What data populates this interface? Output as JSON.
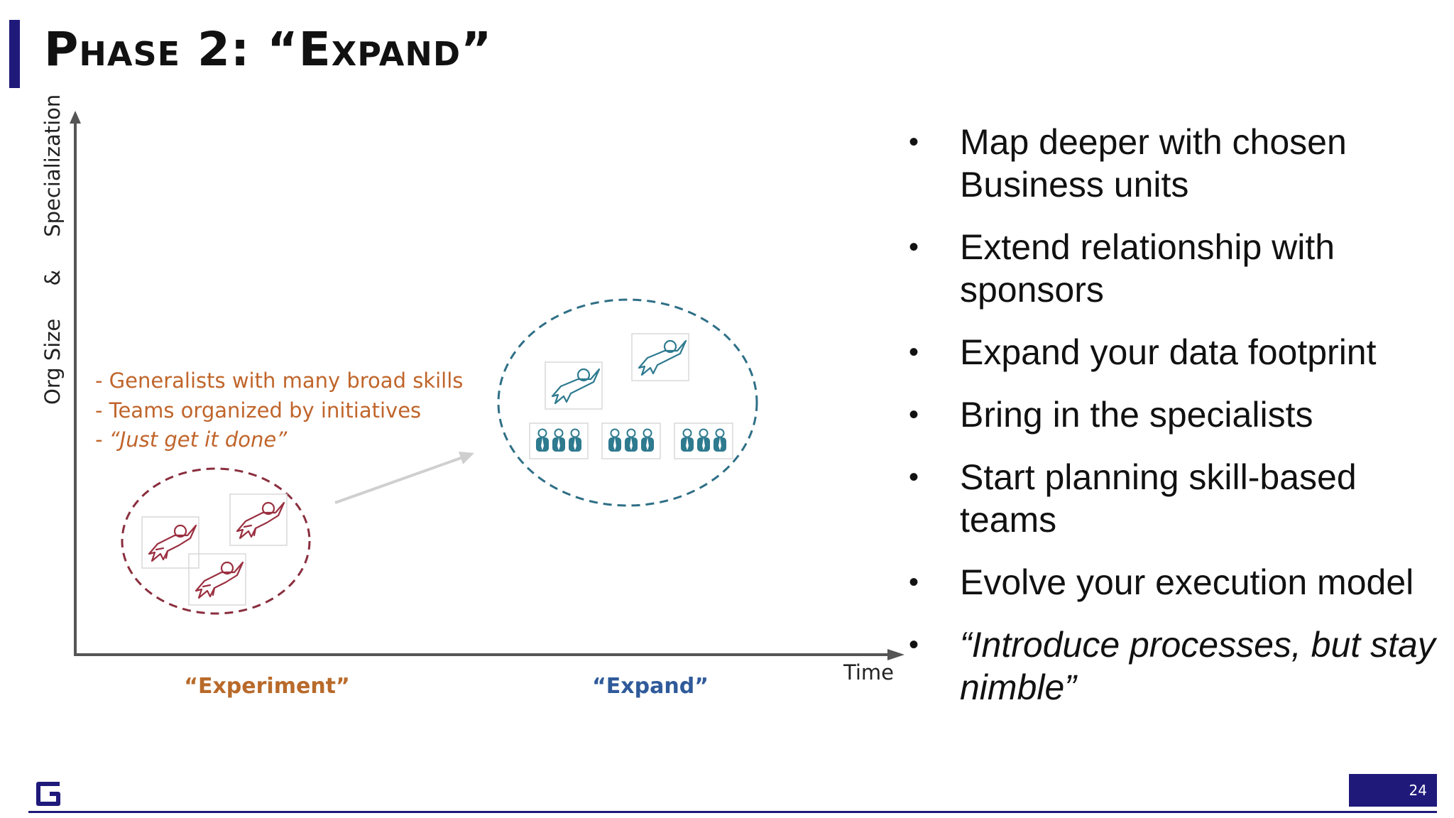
{
  "slide": {
    "title": "Phase 2: “Expand”",
    "page_number": "24"
  },
  "diagram": {
    "y_axis_label": "Org Size     &     Specialization",
    "x_axis_label": "Time",
    "stages": [
      {
        "label": "“Experiment”",
        "color": "#b86a2a"
      },
      {
        "label": "“Expand”",
        "color": "#2f5a9a"
      }
    ],
    "notes": [
      "- Generalists with many broad skills",
      "- Teams organized by initiatives",
      "- “Just get it done”"
    ],
    "colors": {
      "axis": "#555555",
      "notes": "#c0652b",
      "experiment_circle": "#8a2e3e",
      "expand_circle": "#2e6f86",
      "arrow": "#cfcfcf"
    },
    "icons": [
      "superhero-icon",
      "team-icon"
    ]
  },
  "bullets": [
    "Map deeper with chosen Business units",
    "Extend relationship with sponsors",
    "Expand your data footprint",
    "Bring in the specialists",
    "Start planning skill-based teams",
    "Evolve your execution model",
    "“Introduce processes, but stay nimble”"
  ],
  "bullet_glyph": "•",
  "brand": {
    "color": "#1f1a7a"
  }
}
